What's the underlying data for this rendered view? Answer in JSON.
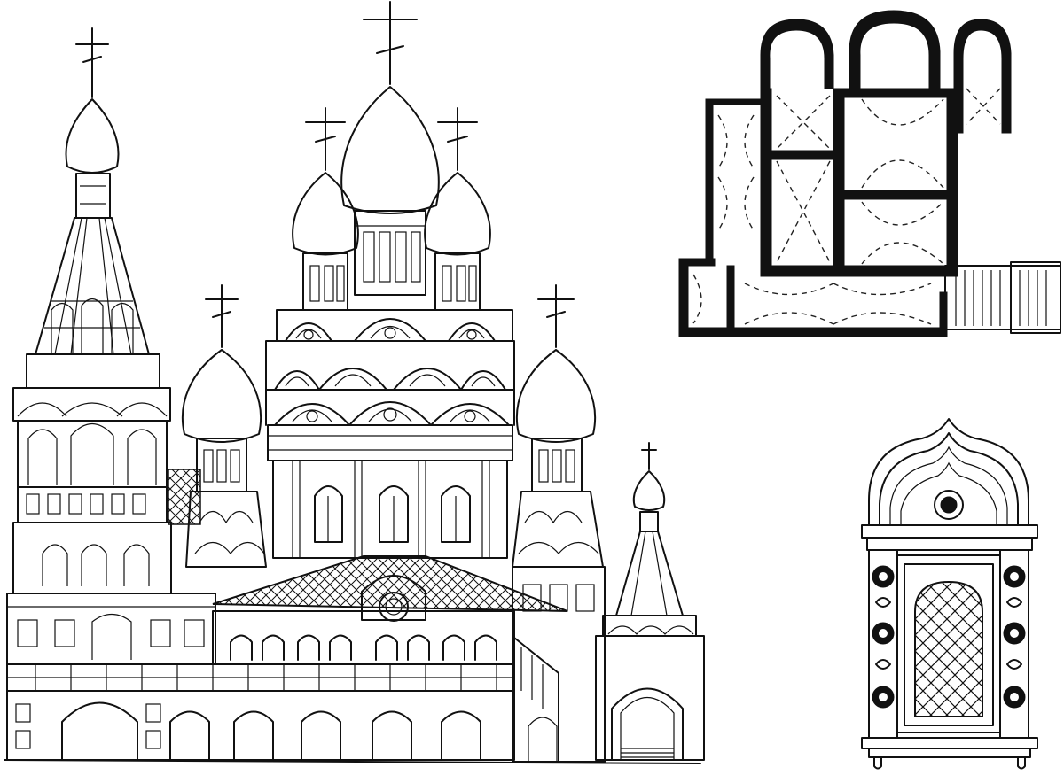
{
  "figure": {
    "panels": [
      {
        "id": "elevation",
        "subject": "church-facade-elevation"
      },
      {
        "id": "plan",
        "subject": "church-floor-plan"
      },
      {
        "id": "window",
        "subject": "window-frame-detail"
      }
    ],
    "colors": {
      "ink": "#111111",
      "paper": "#ffffff"
    }
  }
}
